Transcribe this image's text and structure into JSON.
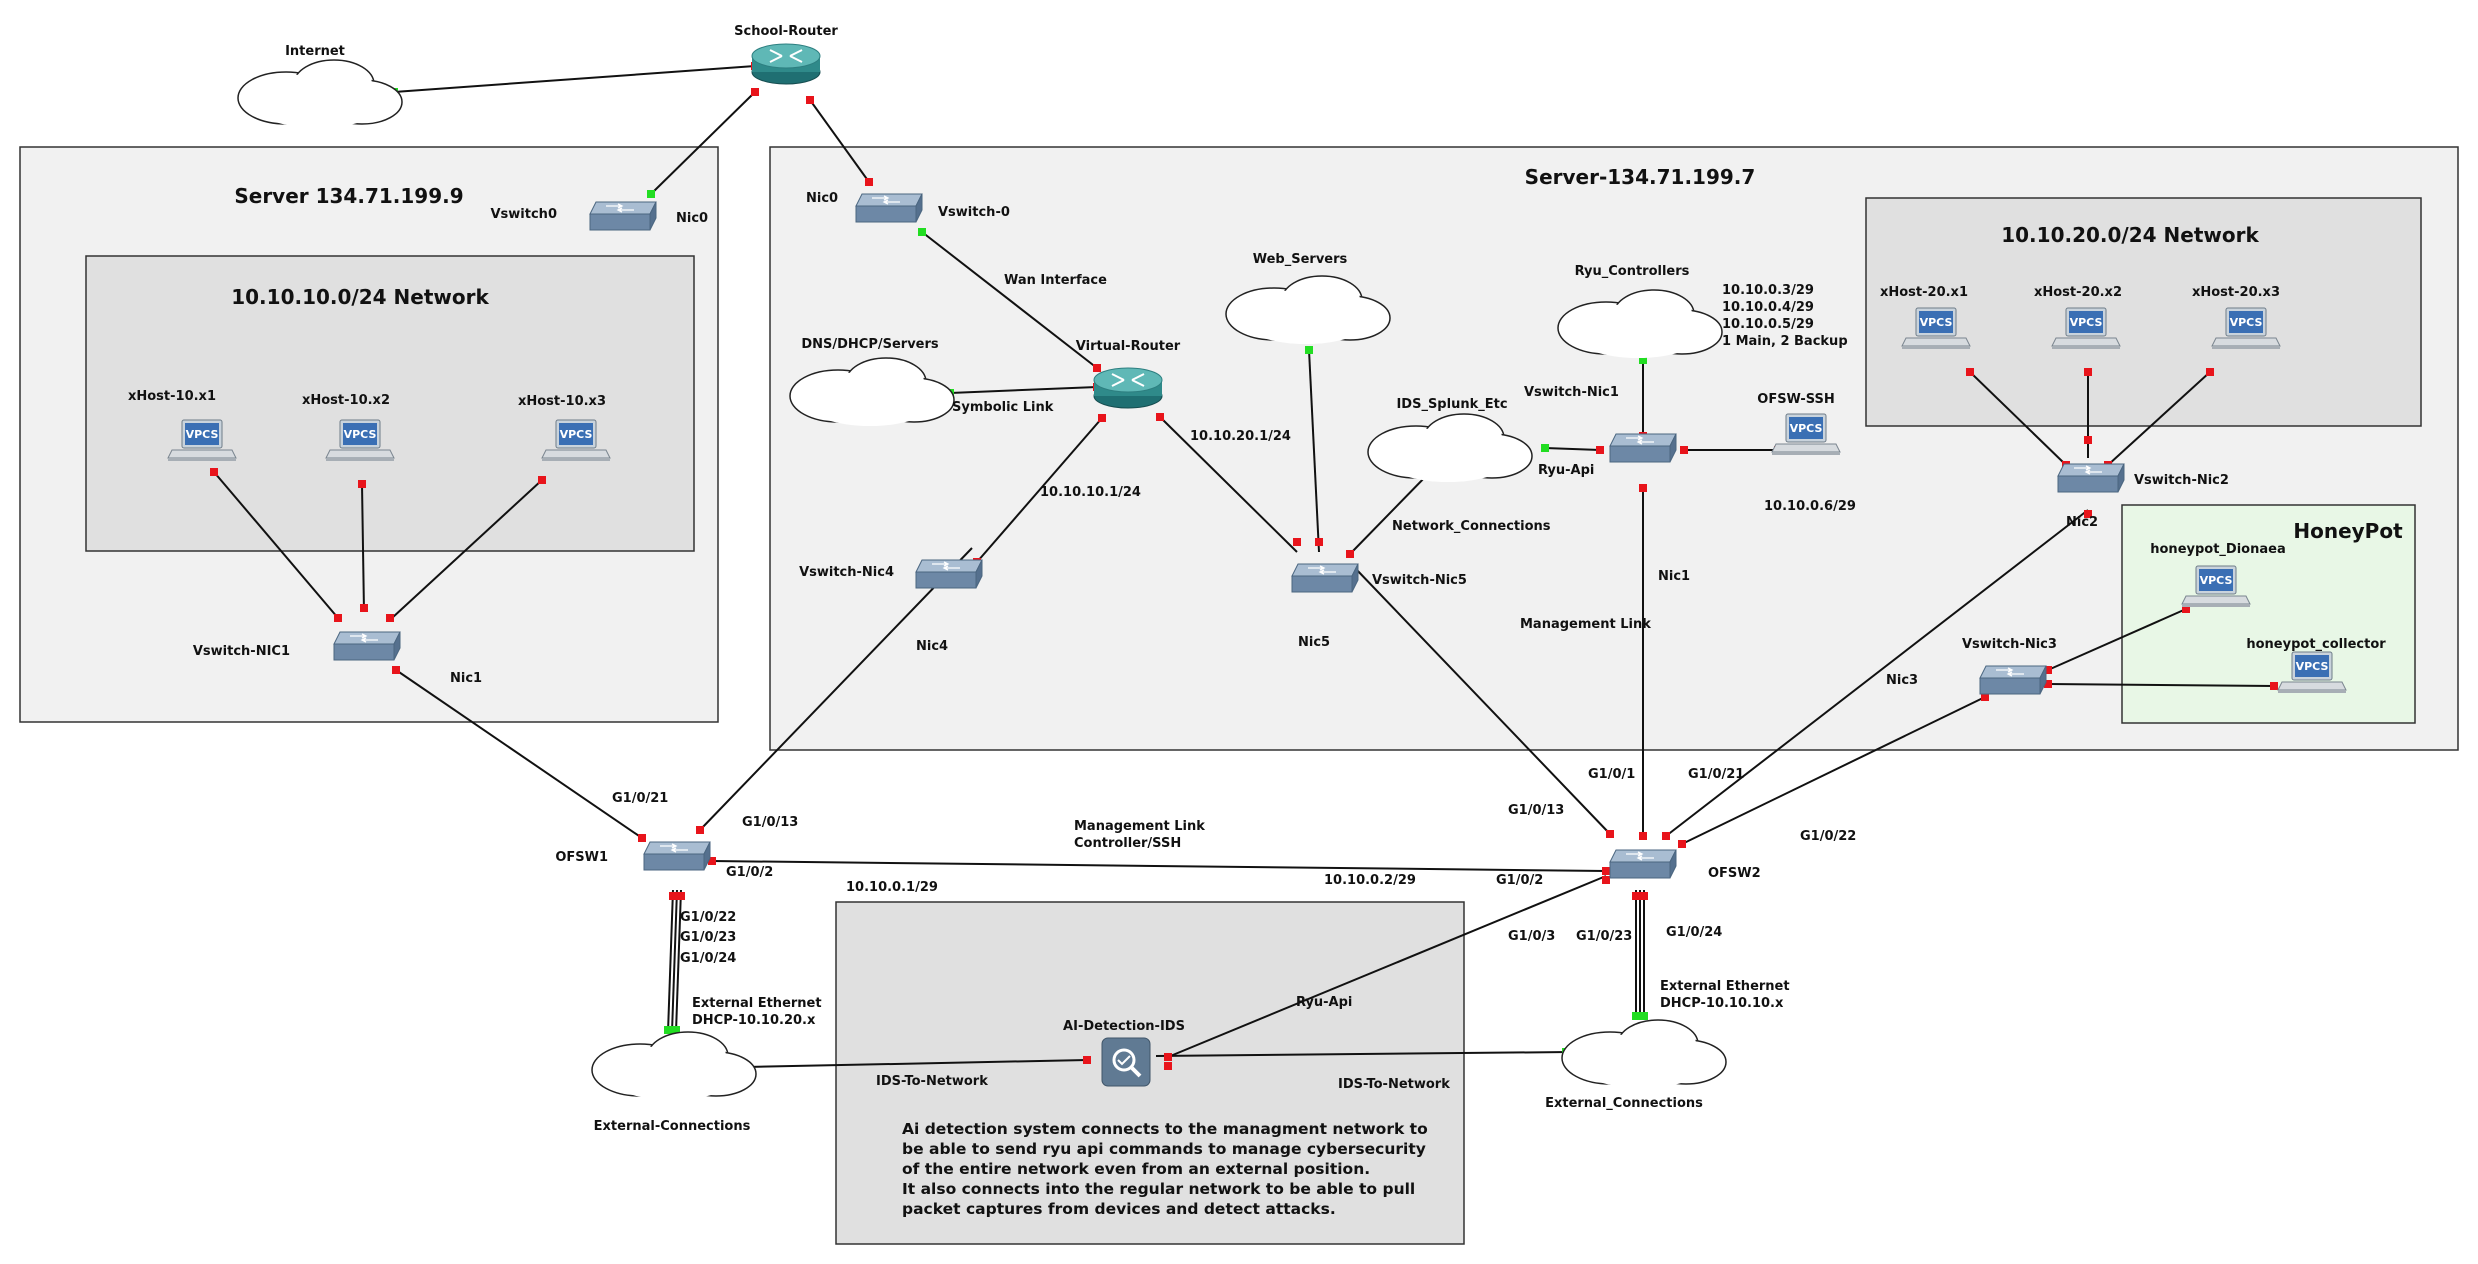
{
  "colors": {
    "server_box": "#f1f1f1",
    "network_box": "#e0e0e0",
    "honeypot_box": "#e8f7e6",
    "port_up": "#22dd22",
    "port_down": "#e8141b",
    "router": "#2f8a8a",
    "switch": "#7993ae"
  },
  "boxes": {
    "server_9": "Server 134.71.199.9",
    "network_10": "10.10.10.0/24 Network",
    "server_7": "Server-134.71.199.7",
    "network_20": "10.10.20.0/24 Network",
    "honeypot": "HoneyPot"
  },
  "clouds": {
    "internet": "Internet",
    "dns": "DNS/DHCP/Servers",
    "web": "Web_Servers",
    "ids_splunk": "IDS_Splunk_Etc",
    "ryu_controllers": "Ryu_Controllers",
    "ext_left": "External-Connections",
    "ext_right": "External_Connections"
  },
  "routers": {
    "school": "School-Router",
    "virtual": "Virtual-Router"
  },
  "switches": {
    "vswitch0": "Vswitch0",
    "vswitch_0": "Vswitch-0",
    "vswitch_nic1_left": "Vswitch-NIC1",
    "vswitch_nic4": "Vswitch-Nic4",
    "vswitch_nic5": "Vswitch-Nic5",
    "vswitch_nic1": "Vswitch-Nic1",
    "vswitch_nic2": "Vswitch-Nic2",
    "vswitch_nic3": "Vswitch-Nic3",
    "ofsw1": "OFSW1",
    "ofsw2": "OFSW2"
  },
  "hosts": {
    "vpcs_text": "VPCS",
    "x10_1": "xHost-10.x1",
    "x10_2": "xHost-10.x2",
    "x10_3": "xHost-10.x3",
    "x20_1": "xHost-20.x1",
    "x20_2": "xHost-20.x2",
    "x20_3": "xHost-20.x3",
    "ofsw_ssh": "OFSW-SSH",
    "hp_dionaea": "honeypot_Dionaea",
    "hp_collector": "honeypot_collector"
  },
  "ids": {
    "name": "AI-Detection-IDS"
  },
  "labels": {
    "nic0_left": "Nic0",
    "nic0": "Nic0",
    "nic1_left": "Nic1",
    "nic4": "Nic4",
    "nic5": "Nic5",
    "nic1": "Nic1",
    "nic2": "Nic2",
    "nic3": "Nic3",
    "wan": "Wan Interface",
    "symbolic": "Symbolic Link",
    "net_10_1": "10.10.10.1/24",
    "net_20_1": "10.10.20.1/24",
    "ryu_api_top": "Ryu-Api",
    "network_connections": "Network_Connections",
    "ofsw_ssh_ip": "10.10.0.6/29",
    "mgmt_link": "Management Link",
    "ryu_ips": [
      "10.10.0.3/29",
      "10.10.0.4/29",
      "10.10.0.5/29",
      "1 Main, 2 Backup"
    ],
    "g1_0_21_left": "G1/0/21",
    "g1_0_13_left": "G1/0/13",
    "g1_0_2_left": "G1/0/2",
    "g1_0_22_left": "G1/0/22",
    "g1_0_23_left": "G1/0/23",
    "g1_0_24_left": "G1/0/24",
    "mgmt_link_ctrl_1": "Management Link",
    "mgmt_link_ctrl_2": "Controller/SSH",
    "ip_10_10_0_1": "10.10.0.1/29",
    "ip_10_10_0_2": "10.10.0.2/29",
    "g1_0_1_right": "G1/0/1",
    "g1_0_21_right": "G1/0/21",
    "g1_0_13_right": "G1/0/13",
    "g1_0_22_right": "G1/0/22",
    "g1_0_2_right": "G1/0/2",
    "g1_0_3_right": "G1/0/3",
    "g1_0_23_right": "G1/0/23",
    "g1_0_24_right": "G1/0/24",
    "ext_eth_left_1": "External Ethernet",
    "ext_eth_left_2": "DHCP-10.10.20.x",
    "ext_eth_right_1": "External Ethernet",
    "ext_eth_right_2": "DHCP-10.10.10.x",
    "ryu_api_ids": "Ryu-Api",
    "ids_to_net_left": "IDS-To-Network",
    "ids_to_net_right": "IDS-To-Network"
  },
  "note": [
    "Ai detection system connects to the managment network to",
    "be able to send ryu api commands to manage cybersecurity",
    "of the entire network even from an external position.",
    "It also connects into the regular network to be able to pull",
    "packet captures from devices and detect attacks."
  ]
}
